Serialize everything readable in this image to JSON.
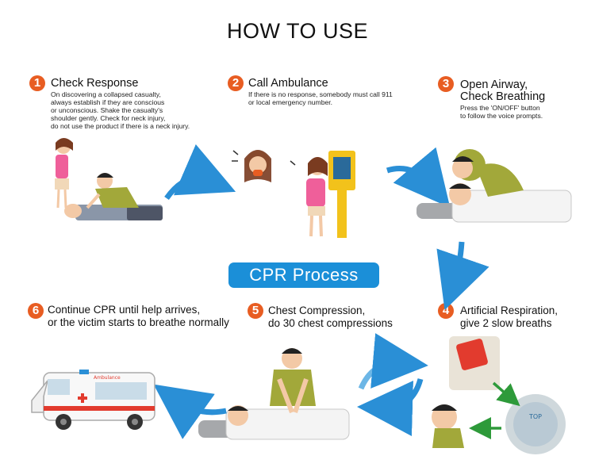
{
  "title": "HOW TO USE",
  "badge": "CPR Process",
  "steps": [
    {
      "num": "1",
      "heading": "Check Response",
      "desc": [
        "On discovering a collapsed casualty,",
        "always establish if they are conscious",
        "or unconscious. Shake the casualty's",
        "shoulder gently. Check for neck injury,",
        "do not use the product if there is a neck injury."
      ]
    },
    {
      "num": "2",
      "heading": "Call Ambulance",
      "desc": [
        "If there is no response, somebody must call 911",
        "or local emergency number."
      ]
    },
    {
      "num": "3",
      "heading": [
        "Open Airway,",
        "Check Breathing"
      ],
      "desc": [
        "Press the 'ON/OFF' button",
        "to follow the voice prompts."
      ]
    },
    {
      "num": "4",
      "heading": [
        "Artificial Respiration,",
        "give 2 slow breaths"
      ]
    },
    {
      "num": "5",
      "heading": [
        "Chest Compression,",
        "do 30 chest compressions"
      ]
    },
    {
      "num": "6",
      "heading": [
        "Continue CPR until help arrives,",
        "or the victim starts to breathe normally"
      ]
    }
  ],
  "ambulance_label": "Ambulance",
  "mask_label": "TOP",
  "colors": {
    "accent": "#e85d22",
    "badge": "#1b8fd8",
    "arrow": "#2a8fd6",
    "green_arrow": "#2e9a3a",
    "ambulance_cross": "#e23b2e",
    "aed_cabinet": "#f2c21b"
  }
}
